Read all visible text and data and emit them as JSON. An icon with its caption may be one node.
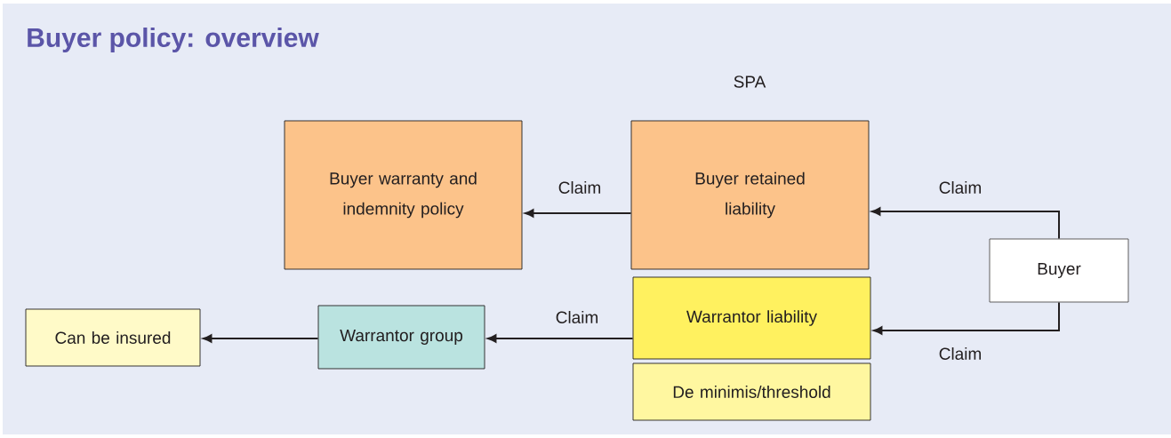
{
  "diagram": {
    "title": "Buyer policy: overview",
    "nodes": [
      {
        "text": [
          "Buyer warranty and indemnity policy"
        ]
      },
      {
        "text": [
          "Buyer retained liability"
        ]
      },
      {
        "text": [
          "Buyer"
        ]
      },
      {
        "text": [
          "Warrantor liability"
        ]
      },
      {
        "text": [
          "De minimis/threshold"
        ]
      },
      {
        "text": [
          "Warrantor group"
        ]
      },
      {
        "text": [
          "Can be insured"
        ]
      }
    ],
    "edges": [
      {
        "from": 1,
        "to": 0,
        "arrow": "to",
        "label": "Claim"
      },
      {
        "from": 2,
        "to": 1,
        "arrow": "to",
        "label": "Claim"
      },
      {
        "from": 2,
        "to": 3,
        "arrow": "to",
        "label": "Claim"
      },
      {
        "from": 3,
        "to": 5,
        "arrow": "to",
        "label": "Claim"
      },
      {
        "from": 5,
        "to": 6,
        "arrow": "to"
      }
    ],
    "labels": [
      "SPA"
    ]
  }
}
